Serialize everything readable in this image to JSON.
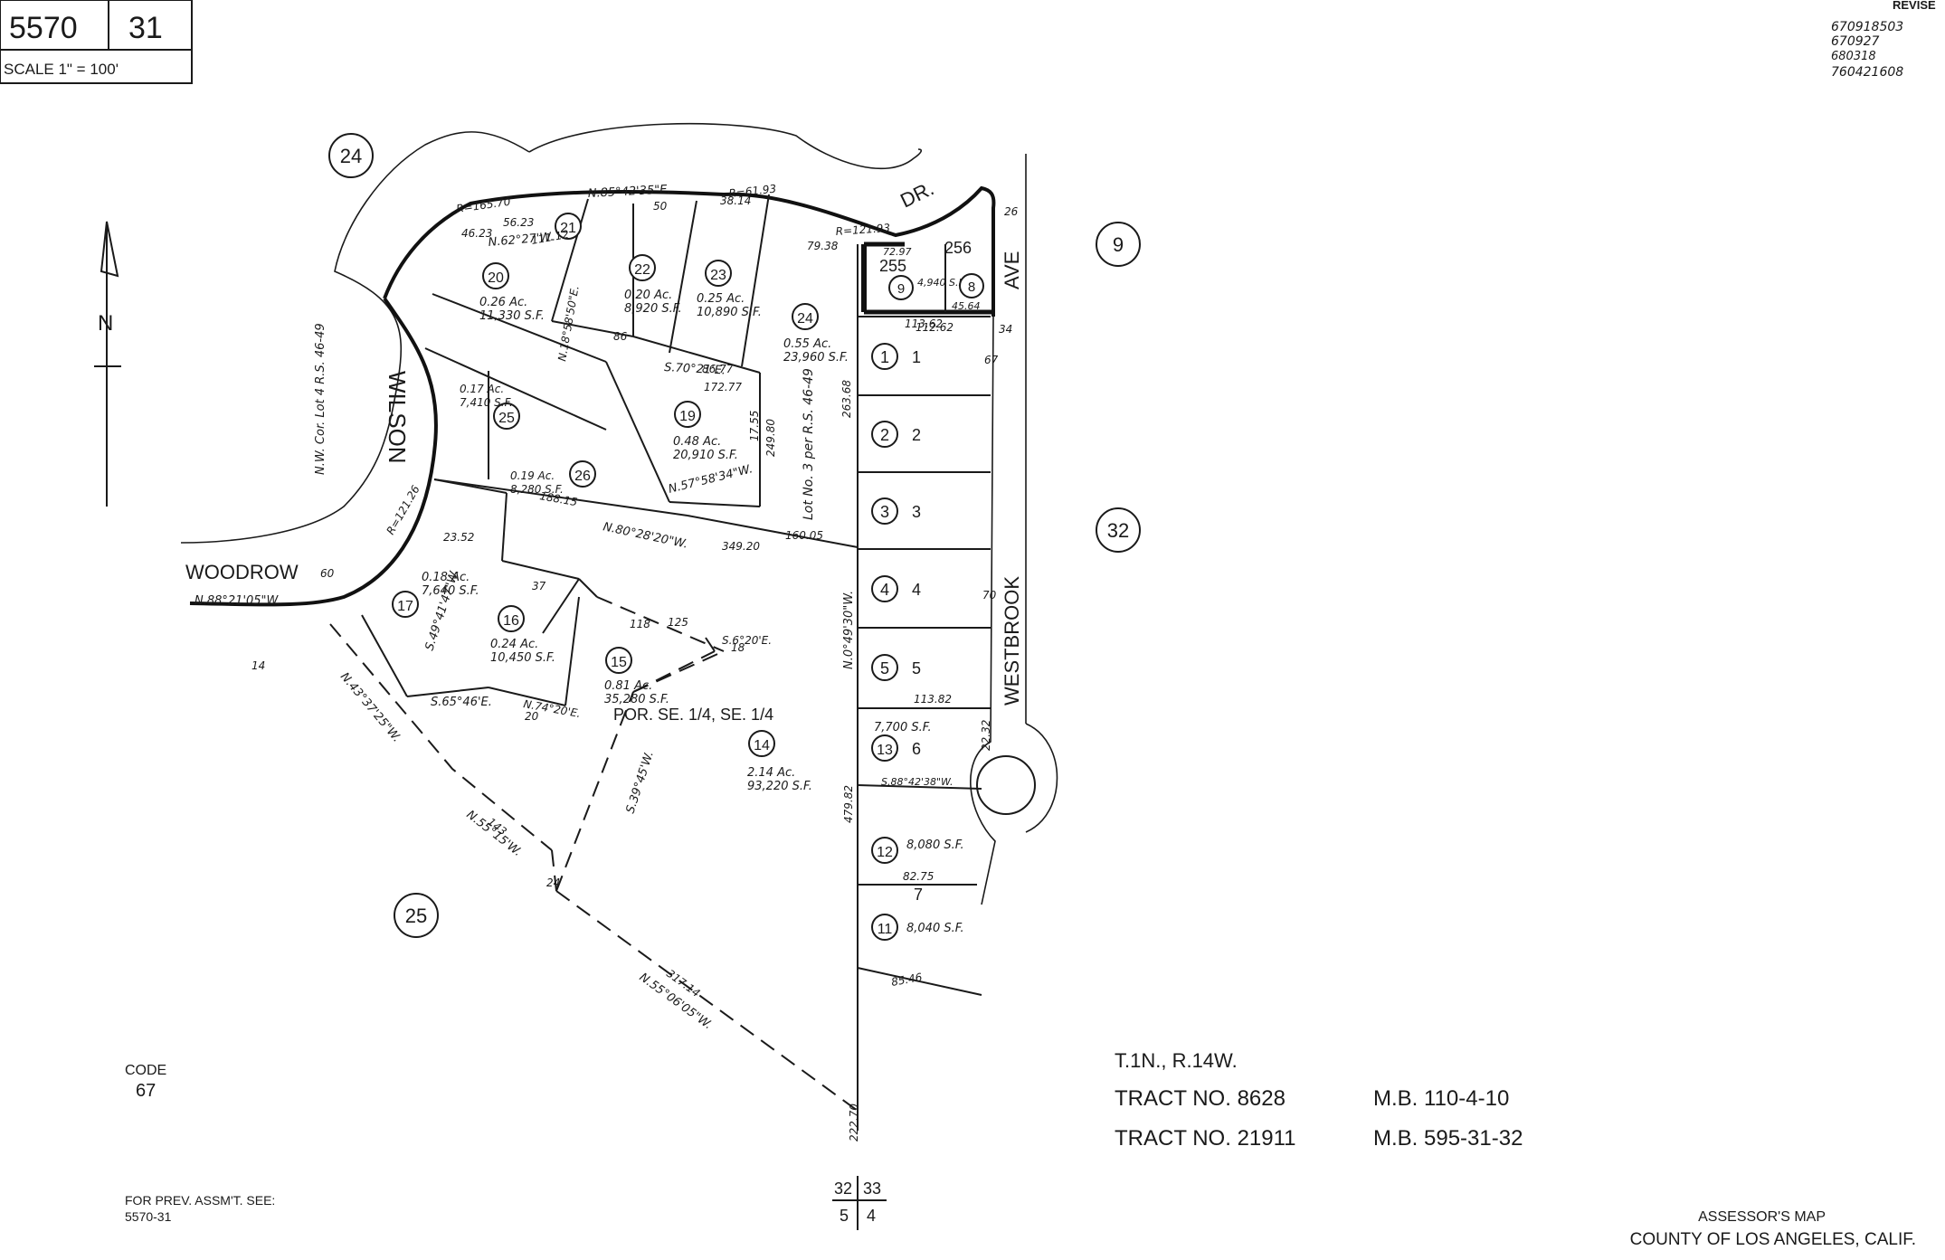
{
  "header": {
    "map_book": "5570",
    "page": "31",
    "scale": "SCALE 1\" = 100'"
  },
  "revised": {
    "label": "REVISE",
    "entries": [
      "670918503",
      "670927",
      "680318",
      "760421608"
    ]
  },
  "north_arrow": {
    "label": "N"
  },
  "adjacent_pages": [
    "24",
    "9",
    "32",
    "25"
  ],
  "streets": {
    "wilson": "WILSON",
    "woodrow": "WOODROW",
    "westbrook": "WESTBROOK",
    "ave": "AVE",
    "dr": "DR."
  },
  "parcels": [
    {
      "number": "1",
      "lot": "1"
    },
    {
      "number": "2",
      "lot": "2"
    },
    {
      "number": "3",
      "lot": "3"
    },
    {
      "number": "4",
      "lot": "4"
    },
    {
      "number": "5",
      "lot": "5"
    },
    {
      "number": "13",
      "lot": "6",
      "area": "7,700 S.F."
    },
    {
      "number": "12",
      "lot": "",
      "area": "8,080 S.F."
    },
    {
      "number": "11",
      "lot": "",
      "area": "8,040 S.F."
    },
    {
      "number": "14",
      "lot": "",
      "area": "2.14 Ac.\n93,220 S.F."
    },
    {
      "number": "15",
      "lot": "",
      "area": "0.81 Ac.\n35,280 S.F."
    },
    {
      "number": "16",
      "lot": "",
      "area": "0.24 Ac.\n10,450 S.F."
    },
    {
      "number": "17",
      "lot": "",
      "area": "0.18 Ac.\n7,640 S.F."
    },
    {
      "number": "19",
      "lot": "",
      "area": "0.48 Ac.\n20,910 S.F."
    },
    {
      "number": "20",
      "lot": "",
      "area": "0.26 Ac.\n11,330 S.F."
    },
    {
      "number": "21",
      "lot": "",
      "area": ""
    },
    {
      "number": "22",
      "lot": "",
      "area": "0.20 Ac.\n8,920 S.F."
    },
    {
      "number": "23",
      "lot": "",
      "area": "0.25 Ac.\n10,890 S.F."
    },
    {
      "number": "24",
      "lot": "",
      "area": "0.55 Ac.\n23,960 S.F."
    },
    {
      "number": "25",
      "lot": "",
      "area": "0.17 Ac.\n7,410 S.F."
    },
    {
      "number": "26",
      "lot": "",
      "area": "0.19 Ac.\n8,280 S.F."
    },
    {
      "number": "9",
      "lot": "255",
      "area": "4,940 S.F."
    },
    {
      "number": "8",
      "lot": "256",
      "area": ""
    }
  ],
  "lot_seven": "7",
  "section_label": "POR. SE. 1/4, SE. 1/4",
  "lot_note": "Lot No. 3 per R.S. 46-49",
  "nw_note": "N.W. Cor. Lot 4 R.S. 46-49",
  "bearings": [
    "N.85°42'35\"E.",
    "N.62°27'W.",
    "N.80°28'20\"W.",
    "N.88°21'05\"W.",
    "N.0°49'30\"W.",
    "S.88°42'38\"W.",
    "N.55°15'W.",
    "N.55°06'05\"W.",
    "N.43°37'25\"W.",
    "S.39°45'W.",
    "S.70°21'E.",
    "N.57°58'34\"W.",
    "S.49°41'47\"W.",
    "S.65°46'E.",
    "N.18°58'50\"E.",
    "S.6°20'E.",
    "N.74°20'E."
  ],
  "dimensions": [
    "R=165.70",
    "56.23",
    "46.23",
    "111.12",
    "R=61.93",
    "38.14",
    "R=121.93",
    "79.38",
    "50",
    "86",
    "86.77",
    "172.77",
    "263.68",
    "17.55",
    "249.80",
    "160.05",
    "349.20",
    "23.52",
    "R=121.26",
    "118",
    "125",
    "143",
    "317.14",
    "479.82",
    "222.70",
    "113.82",
    "113.62",
    "112.62",
    "85.46",
    "82.75",
    "67",
    "70",
    "14",
    "18",
    "20",
    "24",
    "26",
    "34",
    "37",
    "60",
    "188.15",
    "22.32",
    "45.64",
    "72.97"
  ],
  "code": {
    "label": "CODE",
    "value": "67"
  },
  "prev_assmt": {
    "label": "FOR PREV. ASSM'T. SEE:",
    "ref": "5570-31"
  },
  "section_corner": {
    "tl": "32",
    "tr": "33",
    "bl": "5",
    "br": "4"
  },
  "township": "T.1N., R.14W.",
  "tracts": [
    {
      "label": "TRACT NO. 8628",
      "mb": "M.B. 110-4-10"
    },
    {
      "label": "TRACT NO. 21911",
      "mb": "M.B. 595-31-32"
    }
  ],
  "footer": {
    "line1": "ASSESSOR'S MAP",
    "line2": "COUNTY OF LOS ANGELES, CALIF."
  }
}
